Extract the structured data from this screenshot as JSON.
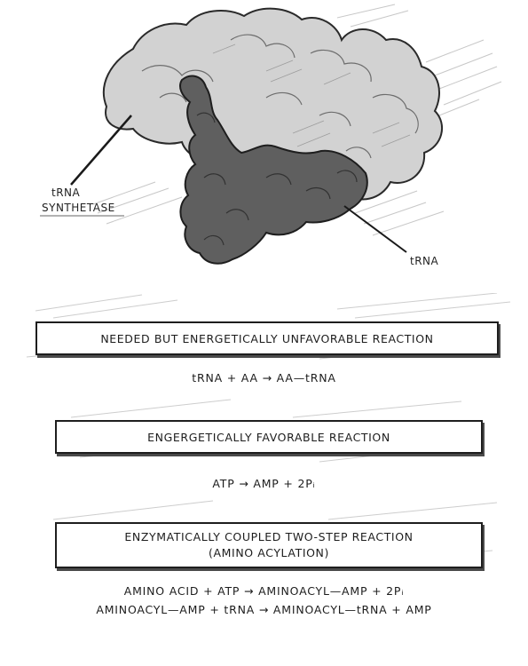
{
  "protein_labels": {
    "synthetase_line1": "tRNA",
    "synthetase_line2": "SYNTHETASE",
    "trna": "tRNA"
  },
  "boxes": {
    "unfavorable_title": "NEEDED BUT ENERGETICALLY UNFAVORABLE REACTION",
    "favorable_title": "ENGERGETICALLY FAVORABLE REACTION",
    "coupled_title_line1": "ENZYMATICALLY COUPLED TWO-STEP REACTION",
    "coupled_title_line2": "(AMINO ACYLATION)"
  },
  "equations": {
    "unfavorable": "tRNA + AA → AA—tRNA",
    "favorable": "ATP → AMP + 2Pᵢ",
    "step1": "AMINO ACID + ATP → AMINOACYL—AMP + 2Pᵢ",
    "step2": "AMINOACYL—AMP + tRNA → AMINOACYL—tRNA + AMP"
  },
  "colors": {
    "ink": "#1c1c1c",
    "protein_light": "#cfcfcf",
    "protein_dark": "#5e5e5e",
    "hatch": "#8c8c8c"
  }
}
